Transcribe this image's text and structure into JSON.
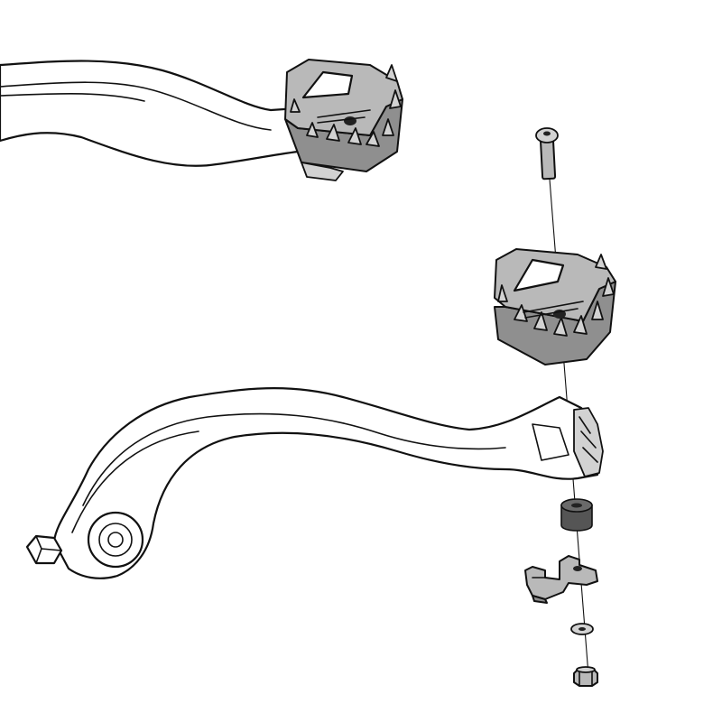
{
  "diagram": {
    "kind": "exploded-assembly",
    "parts": [
      "mounted-footpeg-on-lever",
      "bolt",
      "brake-pedal-plate",
      "brake-lever-arm",
      "spacer-bushing",
      "mounting-bracket",
      "washer",
      "nut"
    ],
    "colors": {
      "outline": "#111111",
      "metal": "#b9b9b9",
      "metal_dark": "#8f8f8f",
      "bushing": "#555555",
      "background": "#ffffff"
    }
  }
}
